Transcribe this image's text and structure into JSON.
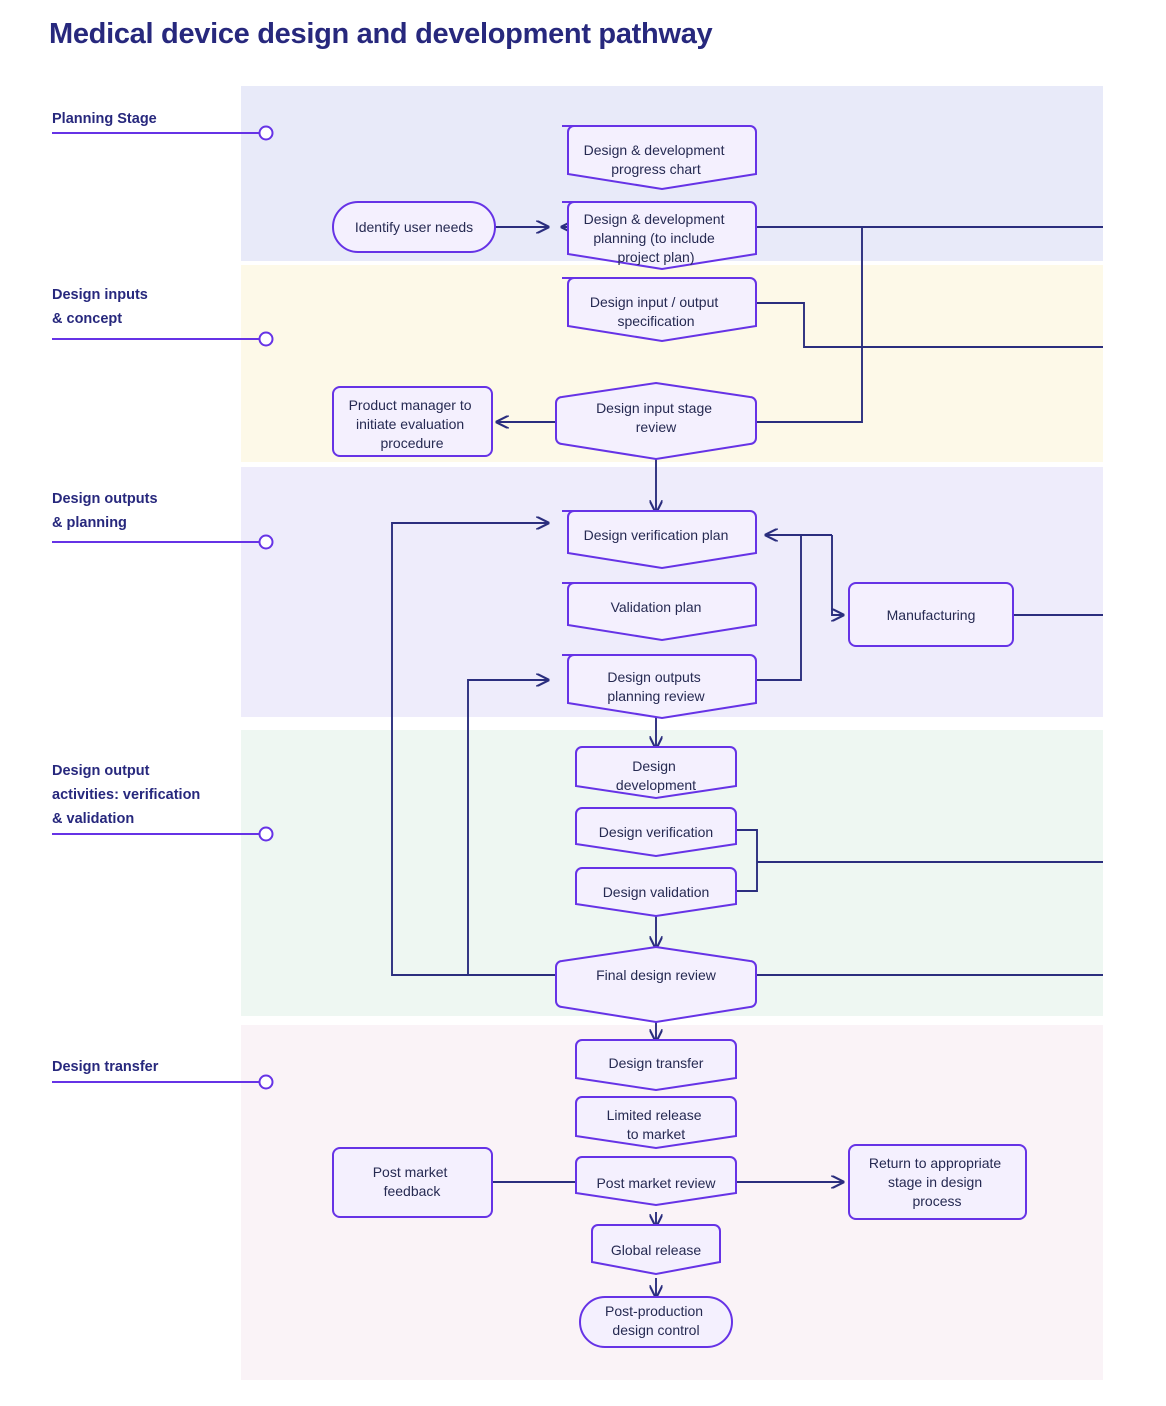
{
  "title": "Medical device design and development pathway",
  "colors": {
    "title": "#27287d",
    "node_stroke": "#6633e6",
    "node_fill": "#f4f0fe",
    "connector": "#2b2e7e",
    "stage_line": "#6633e6",
    "band_planning": "#e8eaf9",
    "band_inputs": "#fdf9e8",
    "band_outputs": "#eeecfb",
    "band_verification": "#eef7f2",
    "band_transfer": "#faf3f7"
  },
  "stages": [
    {
      "id": "planning",
      "label": "Planning Stage",
      "band_color": "#e8eaf9"
    },
    {
      "id": "inputs",
      "label": "Design inputs\n& concept",
      "band_color": "#fdf9e8"
    },
    {
      "id": "outputs",
      "label": "Design outputs\n& planning",
      "band_color": "#eeecfb"
    },
    {
      "id": "verification",
      "label": "Design output\nactivities: verification\n& validation",
      "band_color": "#eef7f2"
    },
    {
      "id": "transfer",
      "label": "Design transfer",
      "band_color": "#faf3f7"
    }
  ],
  "nodes": {
    "identify_user_needs": {
      "label": "Identify user needs",
      "shape": "pill"
    },
    "progress_chart": {
      "label": "Design & development\nprogress chart",
      "shape": "chevron"
    },
    "dd_planning": {
      "label": "Design & development\nplanning (to include\nproject plan)",
      "shape": "chevron"
    },
    "io_spec": {
      "label": "Design input / output\nspecification",
      "shape": "chevron"
    },
    "product_manager": {
      "label": "Product manager to\ninitiate evaluation\nprocedure",
      "shape": "rect"
    },
    "input_stage_review": {
      "label": "Design input stage\nreview",
      "shape": "hexagon"
    },
    "verification_plan": {
      "label": "Design verification plan",
      "shape": "chevron"
    },
    "validation_plan": {
      "label": "Validation plan",
      "shape": "chevron"
    },
    "outputs_planning_review": {
      "label": "Design outputs\nplanning review",
      "shape": "chevron"
    },
    "manufacturing": {
      "label": "Manufacturing",
      "shape": "rect"
    },
    "design_development": {
      "label": "Design\ndevelopment",
      "shape": "chevron"
    },
    "design_verification": {
      "label": "Design verification",
      "shape": "chevron"
    },
    "design_validation": {
      "label": "Design validation",
      "shape": "chevron"
    },
    "final_design_review": {
      "label": "Final design review",
      "shape": "hexagon"
    },
    "design_transfer": {
      "label": "Design transfer",
      "shape": "chevron"
    },
    "limited_release": {
      "label": "Limited release\nto market",
      "shape": "chevron"
    },
    "post_market_review": {
      "label": "Post market review",
      "shape": "chevron"
    },
    "post_market_feedback": {
      "label": "Post market\nfeedback",
      "shape": "rect"
    },
    "return_to_stage": {
      "label": "Return to appropriate\nstage in design\nprocess",
      "shape": "rect"
    },
    "global_release": {
      "label": "Global release",
      "shape": "chevron"
    },
    "post_production": {
      "label": "Post-production\ndesign control",
      "shape": "pill"
    }
  }
}
